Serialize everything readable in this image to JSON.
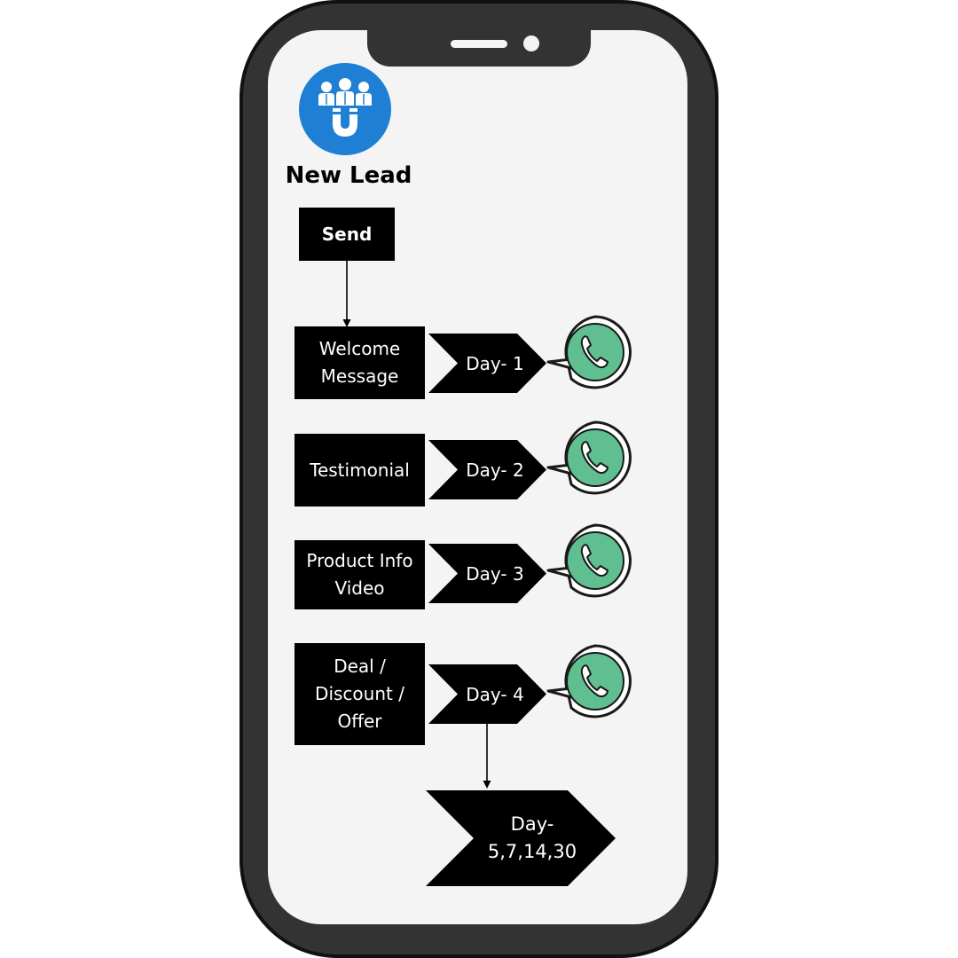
{
  "title": "New Lead",
  "send_label": "Send",
  "steps": [
    {
      "message": "Welcome Message",
      "day": "Day- 1",
      "channel_icon": "whatsapp-icon"
    },
    {
      "message": "Testimonial",
      "day": "Day- 2",
      "channel_icon": "whatsapp-icon"
    },
    {
      "message": "Product Info Video",
      "day": "Day- 3",
      "channel_icon": "whatsapp-icon"
    },
    {
      "message": "Deal / Discount / Offer",
      "day": "Day- 4",
      "channel_icon": "whatsapp-icon"
    }
  ],
  "final_step": {
    "line1": "Day-",
    "line2": "5,7,14,30"
  },
  "colors": {
    "phone_body": "#333333",
    "screen": "#f4f4f4",
    "lead_icon_blue": "#1e7fd4",
    "whatsapp_green": "#5fbf91",
    "box_fill": "#000000",
    "box_text": "#ffffff"
  },
  "icons": {
    "lead": "lead-magnet-people-icon",
    "channel": "whatsapp-icon"
  }
}
